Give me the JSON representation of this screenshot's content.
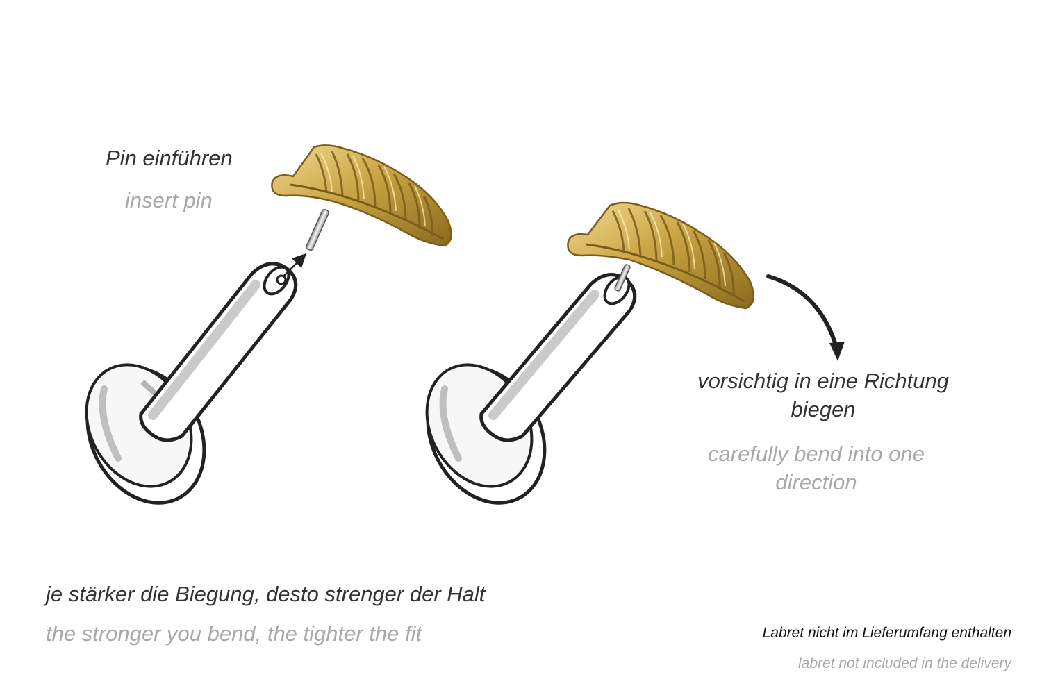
{
  "step_insert": {
    "label_de": "Pin einführen",
    "label_en": "insert pin"
  },
  "step_bend": {
    "label_de": "vorsichtig in eine Richtung biegen",
    "label_en": "carefully bend into one direction"
  },
  "note_fit": {
    "label_de": "je stärker die Biegung, desto strenger der Halt",
    "label_en": "the stronger you bend, the tighter the fit"
  },
  "note_delivery": {
    "label_de": "Labret nicht im Lieferumfang enthalten",
    "label_en": "labret not included in the delivery"
  },
  "colors": {
    "gold": "#c9a443",
    "gold_dark": "#8a6a1e",
    "gold_light": "#f1d992",
    "outline": "#222222",
    "text_de": "#333333",
    "text_en": "#a8a8a8"
  },
  "icons": [
    "labret-base-icon",
    "feather-top-icon",
    "pin-arrow-icon",
    "bend-arrow-icon"
  ]
}
